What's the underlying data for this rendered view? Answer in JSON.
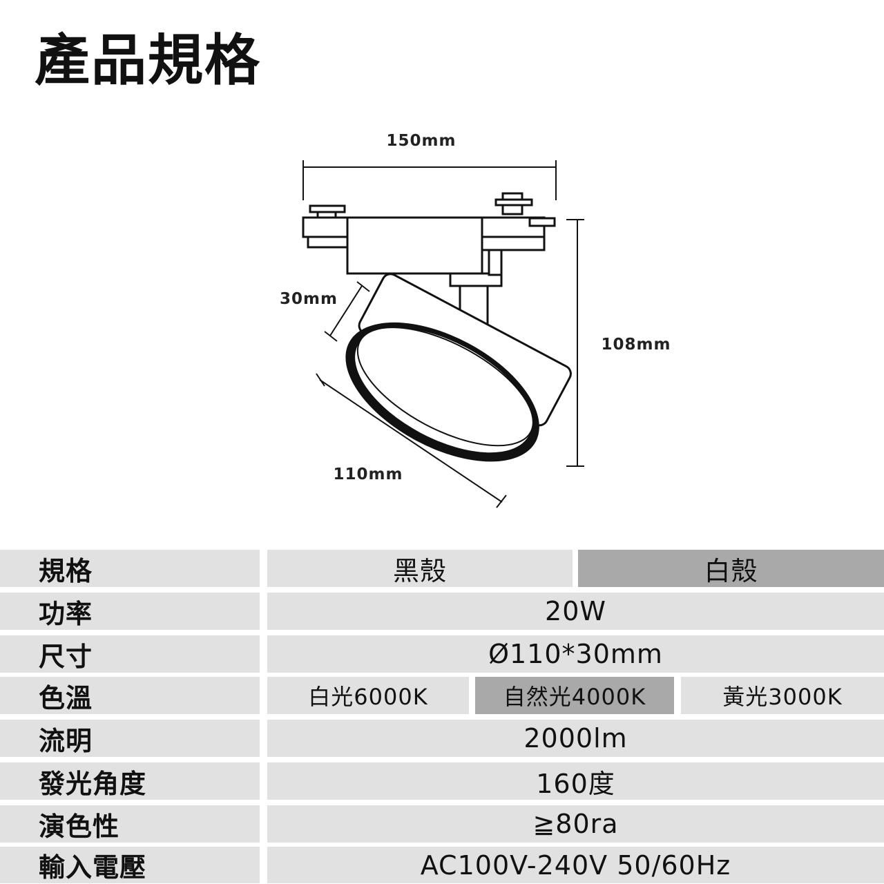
{
  "page": {
    "title": "產品規格"
  },
  "drawing": {
    "width_label": "150mm",
    "height_label": "108mm",
    "depth_label": "30mm",
    "diameter_label": "110mm"
  },
  "specs": {
    "model": {
      "label": "規格",
      "options": [
        "黑殼",
        "白殼"
      ]
    },
    "power": {
      "label": "功率",
      "value": "20W"
    },
    "size": {
      "label": "尺寸",
      "value": "Ø110*30mm"
    },
    "cct": {
      "label": "色溫",
      "options": [
        "白光6000K",
        "自然光4000K",
        "黃光3000K"
      ]
    },
    "lumen": {
      "label": "流明",
      "value": "2000lm"
    },
    "angle": {
      "label": "發光角度",
      "value": "160度"
    },
    "cri": {
      "label": "演色性",
      "value": "≧80ra"
    },
    "voltage": {
      "label": "輸入電壓",
      "value": "AC100V-240V 50/60Hz"
    }
  },
  "colors": {
    "cell": "#e1e1e1",
    "highlight": "#a9a9a9",
    "text": "#111111"
  }
}
